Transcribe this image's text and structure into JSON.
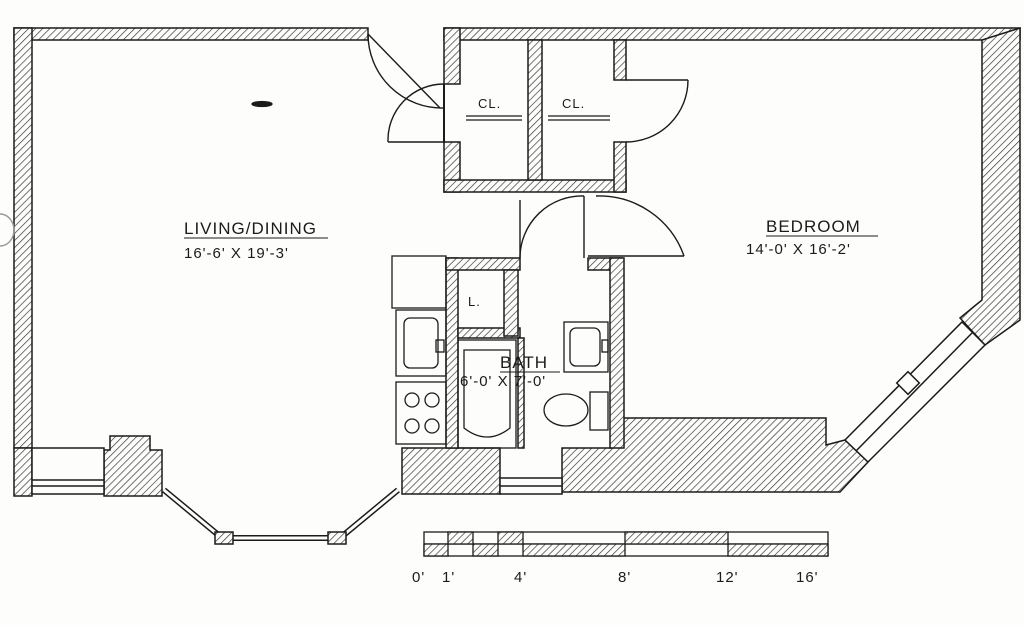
{
  "rooms": {
    "living": {
      "name": "LIVING/DINING",
      "dims": "16'-6' X 19'-3'"
    },
    "bedroom": {
      "name": "BEDROOM",
      "dims": "14'-0' X 16'-2'"
    },
    "bath": {
      "name": "BATH",
      "dims": "6'-0' X 7'-0'"
    },
    "closet_left": {
      "name": "CL."
    },
    "closet_right": {
      "name": "CL."
    },
    "linen": {
      "name": "L."
    }
  },
  "scale_bar": {
    "labels": [
      "0'",
      "1'",
      "4'",
      "8'",
      "12'",
      "16'"
    ]
  },
  "colors": {
    "ink": "#1b1b1b",
    "paper": "#fdfdfb",
    "hatch": "#3a3a3a"
  }
}
